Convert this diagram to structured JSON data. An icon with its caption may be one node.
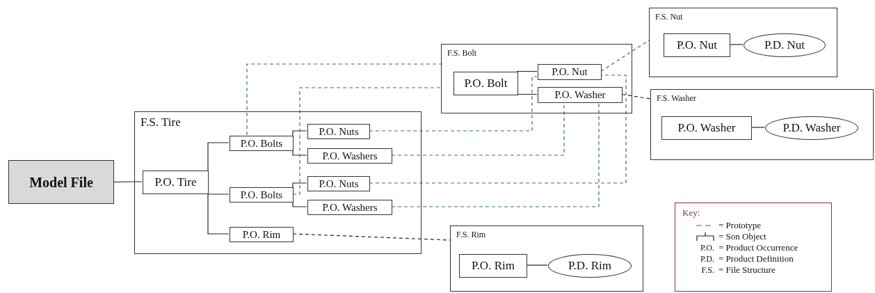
{
  "diagram": {
    "nodes": [
      {
        "text": [
          "Model File"
        ]
      },
      {
        "text": [
          "F.S. Tire"
        ]
      },
      {
        "text": [
          "P.O. Tire"
        ],
        "in": 1
      },
      {
        "text": [
          "P.O. Bolts"
        ],
        "in": 1
      },
      {
        "text": [
          "P.O. Nuts"
        ],
        "in": 1
      },
      {
        "text": [
          "P.O. Washers"
        ],
        "in": 1
      },
      {
        "text": [
          "P.O. Bolts"
        ],
        "in": 1
      },
      {
        "text": [
          "P.O. Nuts"
        ],
        "in": 1
      },
      {
        "text": [
          "P.O. Washers"
        ],
        "in": 1
      },
      {
        "text": [
          "P.O. Rim"
        ],
        "in": 1
      },
      {
        "text": [
          "F.S. Bolt"
        ]
      },
      {
        "text": [
          "P.O. Bolt"
        ],
        "in": 10
      },
      {
        "text": [
          "P.O. Nut"
        ],
        "in": 10
      },
      {
        "text": [
          "P.O. Washer"
        ],
        "in": 10
      },
      {
        "text": [
          "F.S. Nut"
        ]
      },
      {
        "text": [
          "P.O. Nut"
        ],
        "in": 14
      },
      {
        "text": [
          "P.D. Nut"
        ],
        "in": 14
      },
      {
        "text": [
          "F.S. Washer"
        ]
      },
      {
        "text": [
          "P.O. Washer"
        ],
        "in": 17
      },
      {
        "text": [
          "P.D. Washer"
        ],
        "in": 17
      },
      {
        "text": [
          "F.S. Rim"
        ]
      },
      {
        "text": [
          "P.O. Rim"
        ],
        "in": 20
      },
      {
        "text": [
          "P.D. Rim"
        ],
        "in": 20
      }
    ],
    "edges": [
      {
        "from": 0,
        "to": 2,
        "arrow": "none"
      },
      {
        "from": 2,
        "to": 3,
        "arrow": "none"
      },
      {
        "from": 2,
        "to": 6,
        "arrow": "none"
      },
      {
        "from": 2,
        "to": 9,
        "arrow": "none"
      },
      {
        "from": 3,
        "to": 4,
        "arrow": "none"
      },
      {
        "from": 3,
        "to": 5,
        "arrow": "none"
      },
      {
        "from": 6,
        "to": 7,
        "arrow": "none"
      },
      {
        "from": 6,
        "to": 8,
        "arrow": "none"
      },
      {
        "from": 11,
        "to": 12,
        "arrow": "none"
      },
      {
        "from": 11,
        "to": 13,
        "arrow": "none"
      },
      {
        "from": 15,
        "to": 16,
        "arrow": "none"
      },
      {
        "from": 18,
        "to": 19,
        "arrow": "none"
      },
      {
        "from": 21,
        "to": 22,
        "arrow": "none"
      },
      {
        "from": 3,
        "to": 10,
        "arrow": "none",
        "style": "dashed",
        "color": "#31707f"
      },
      {
        "from": 6,
        "to": 10,
        "arrow": "none",
        "style": "dashed",
        "color": "#31707f"
      },
      {
        "from": 4,
        "to": 12,
        "arrow": "none",
        "style": "dashed",
        "color": "#31707f"
      },
      {
        "from": 5,
        "to": 13,
        "arrow": "none",
        "style": "dashed",
        "color": "#31707f"
      },
      {
        "from": 7,
        "to": 12,
        "arrow": "none",
        "style": "dashed",
        "color": "#31707f"
      },
      {
        "from": 8,
        "to": 13,
        "arrow": "none",
        "style": "dashed",
        "color": "#31707f"
      },
      {
        "from": 12,
        "to": 14,
        "arrow": "none",
        "style": "dashed",
        "color": "#31707f"
      },
      {
        "from": 13,
        "to": 17,
        "arrow": "none",
        "style": "dashed"
      },
      {
        "from": 9,
        "to": 20,
        "arrow": "none",
        "style": "dashed"
      }
    ],
    "labels": [
      "Key:",
      "P.O.",
      "P.D.",
      "F.S."
    ],
    "legend": [
      {
        "text": "= Prototype"
      },
      {
        "text": "= Son Object"
      },
      {
        "text": "= Product Occurrence"
      },
      {
        "text": "= Product Definition"
      },
      {
        "text": "= File Structure"
      }
    ]
  }
}
